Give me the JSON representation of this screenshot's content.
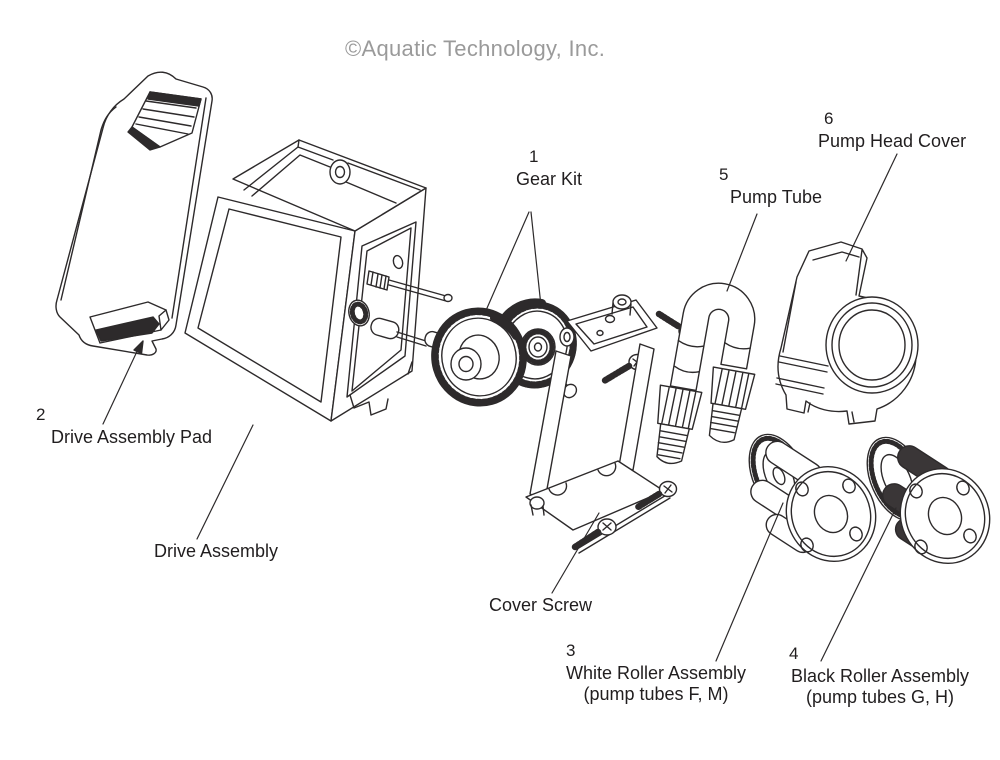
{
  "header": {
    "copyright": "©Aquatic Technology, Inc."
  },
  "colors": {
    "line": "#2d2a2b",
    "label_text": "#211e1f",
    "copyright_text": "#9a9a9a",
    "background": "#ffffff",
    "dark_roller_fill": "#3a3637"
  },
  "parts": {
    "gear_kit": {
      "number": "1",
      "label": "Gear Kit"
    },
    "drive_assembly_pad": {
      "number": "2",
      "label": "Drive Assembly Pad"
    },
    "white_roller_assembly": {
      "number": "3",
      "label": "White Roller Assembly",
      "sublabel": "(pump tubes F, M)"
    },
    "black_roller_assembly": {
      "number": "4",
      "label": "Black Roller Assembly",
      "sublabel": "(pump tubes G, H)"
    },
    "pump_tube": {
      "number": "5",
      "label": "Pump Tube"
    },
    "pump_head_cover": {
      "number": "6",
      "label": "Pump Head Cover"
    },
    "drive_assembly": {
      "label": "Drive Assembly"
    },
    "cover_screw": {
      "label": "Cover Screw"
    }
  }
}
